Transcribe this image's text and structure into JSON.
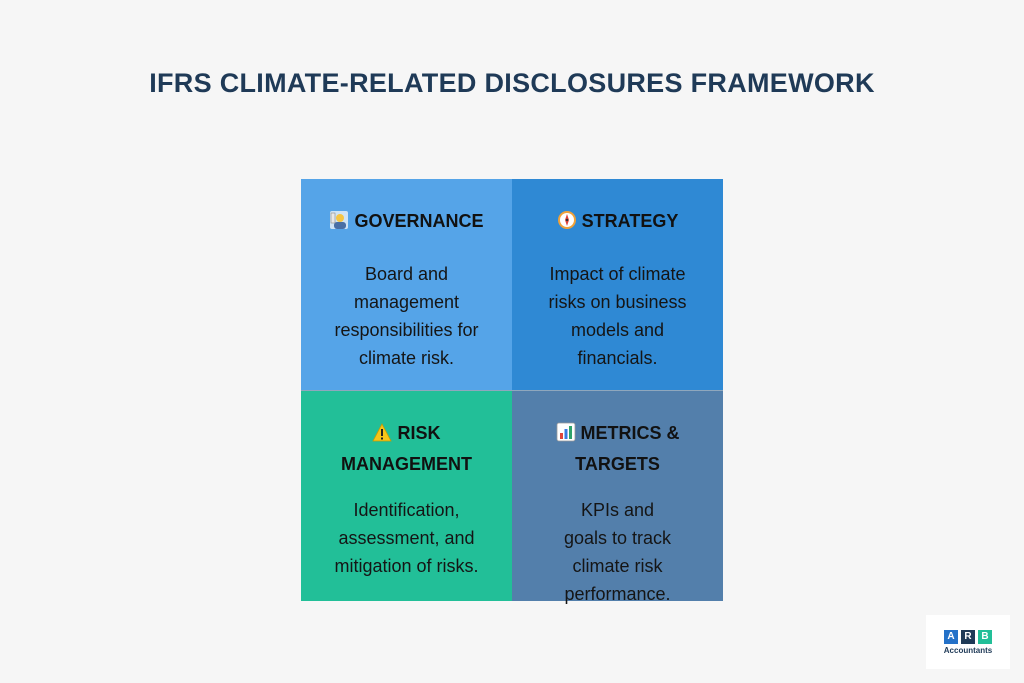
{
  "title": "IFRS CLIMATE-RELATED DISCLOSURES FRAMEWORK",
  "quadrants": [
    {
      "id": "governance",
      "icon": "person-icon",
      "heading": "GOVERNANCE",
      "description": "Board and management responsibilities for climate risk.",
      "color": "#55a4e8"
    },
    {
      "id": "strategy",
      "icon": "compass-icon",
      "heading": "STRATEGY",
      "description": "Impact of climate risks on business models and financials.",
      "color": "#2f89d4"
    },
    {
      "id": "risk",
      "icon": "warning-icon",
      "heading": "RISK MANAGEMENT",
      "description": "Identification, assessment, and mitigation of risks.",
      "color": "#22bf98"
    },
    {
      "id": "metrics",
      "icon": "bar-chart-icon",
      "heading": "METRICS & TARGETS",
      "description": "KPIs and goals to track climate risk performance.",
      "color": "#537fab"
    }
  ],
  "logo": {
    "letters": [
      "A",
      "R",
      "B"
    ],
    "subtitle": "Accountants"
  }
}
